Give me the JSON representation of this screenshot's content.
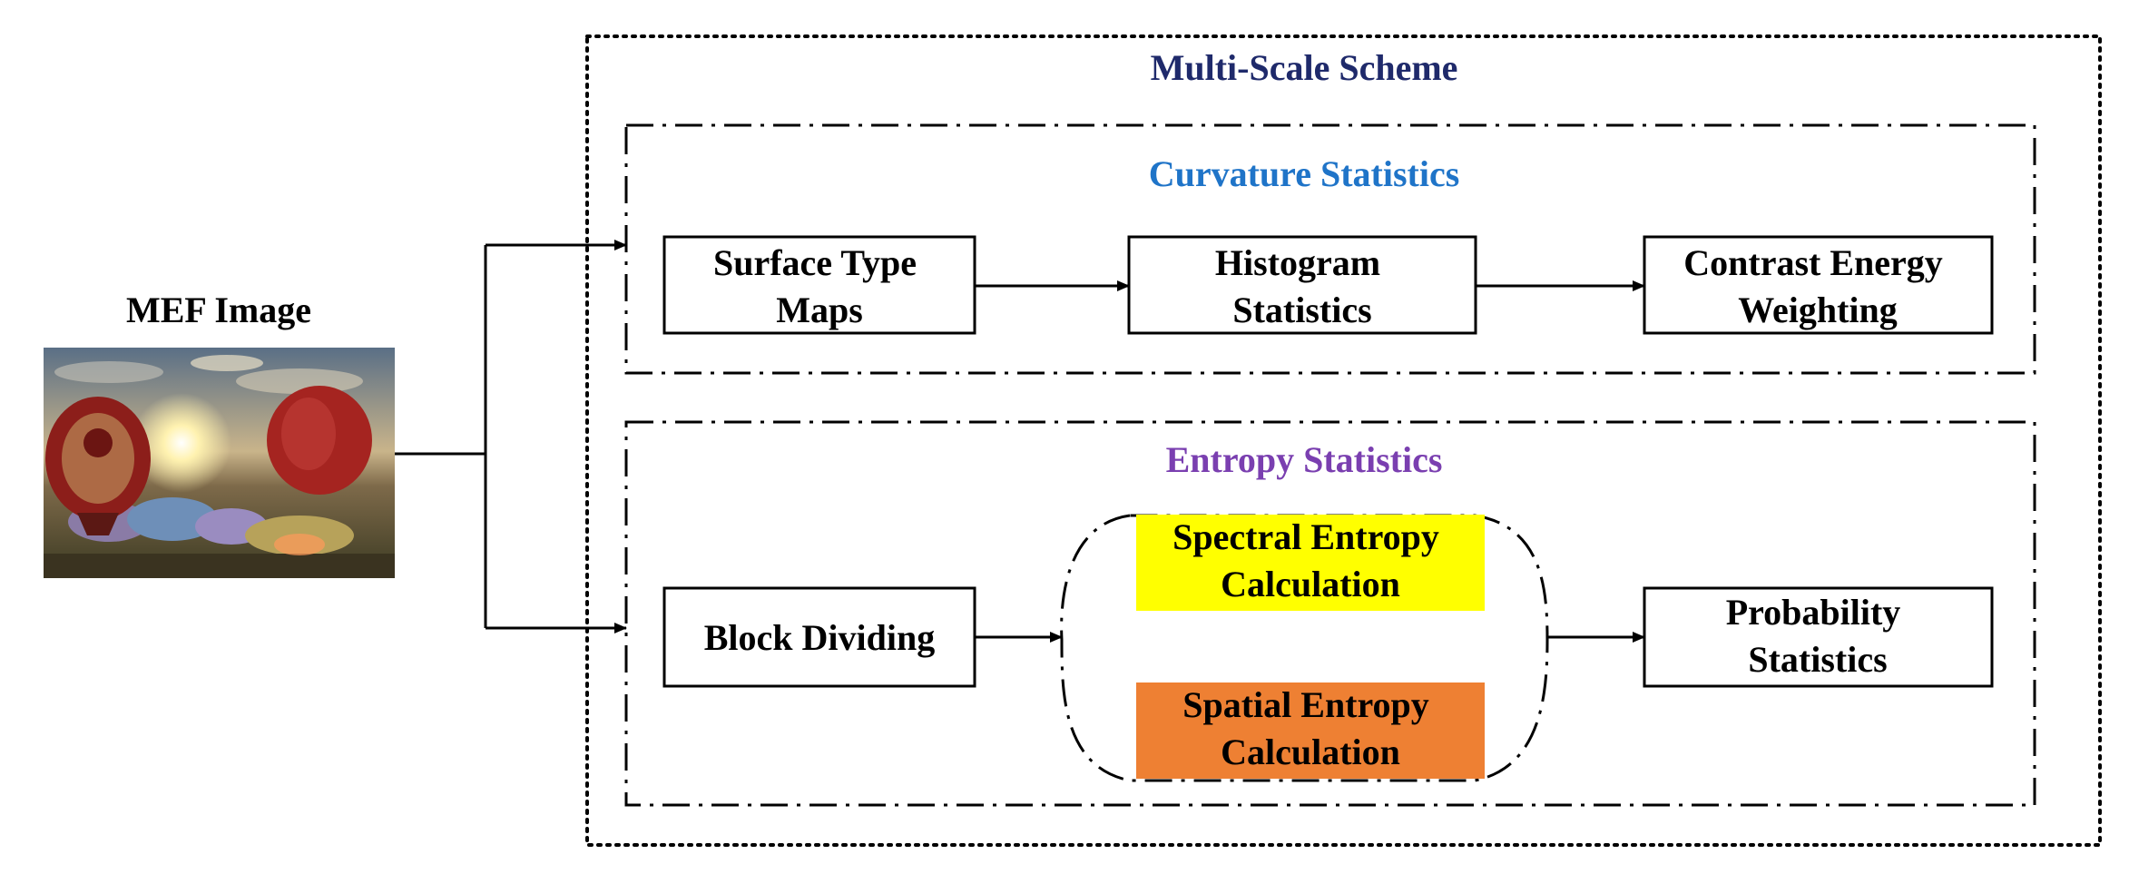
{
  "input": {
    "title": "MEF Image"
  },
  "scheme": {
    "title": "Multi-Scale Scheme",
    "title_color": "#1f2a6b"
  },
  "curvature": {
    "title": "Curvature Statistics",
    "title_color": "#1f74c8",
    "box1": [
      "Surface Type",
      "Maps"
    ],
    "box2": [
      "Histogram",
      "Statistics"
    ],
    "box3": [
      "Contrast Energy",
      "Weighting"
    ]
  },
  "entropy": {
    "title": "Entropy Statistics",
    "title_color": "#7a3fb0",
    "block": "Block Dividing",
    "spectral": [
      "Spectral Entropy",
      "Calculation"
    ],
    "spectral_color": "#ffff00",
    "spatial": [
      "Spatial Entropy",
      "Calculation"
    ],
    "spatial_color": "#ee8033",
    "prob": [
      "Probability",
      "Statistics"
    ]
  }
}
